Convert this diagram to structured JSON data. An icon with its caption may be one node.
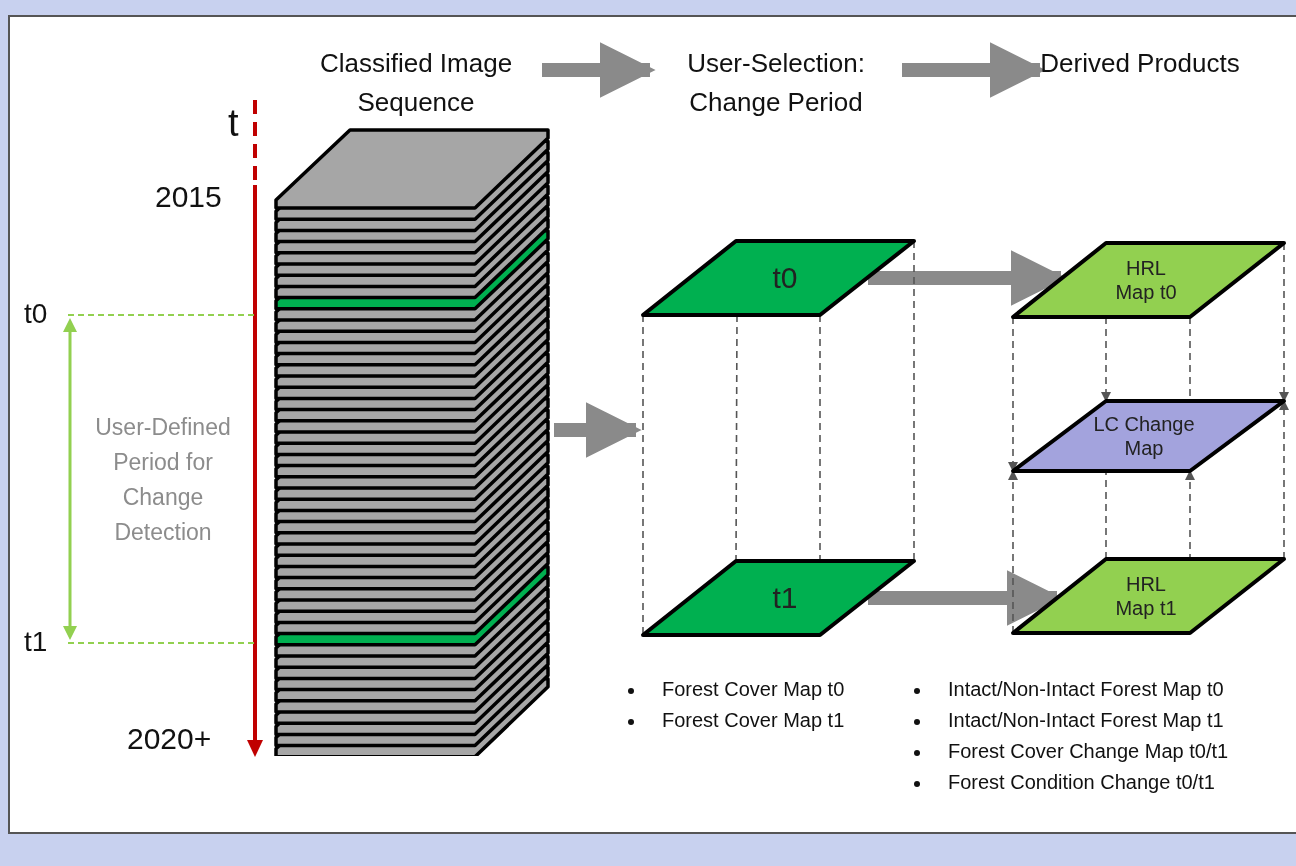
{
  "diagram": {
    "nodes": [
      {
        "text": [
          "Classified Image Sequence"
        ]
      },
      {
        "text": [
          "User-Selection: Change Period"
        ]
      },
      {
        "text": [
          "Derived Products"
        ]
      },
      {
        "text": [],
        "shape": "stack"
      },
      {
        "text": [
          "t0"
        ]
      },
      {
        "text": [
          "t1"
        ]
      },
      {
        "text": [
          "HRL Map t0"
        ]
      },
      {
        "text": [
          "LC Change Map"
        ]
      },
      {
        "text": [
          "HRL Map t1"
        ]
      }
    ],
    "edges": [
      {
        "from": 0,
        "to": 1,
        "arrow": "to",
        "style": "thick"
      },
      {
        "from": 1,
        "to": 2,
        "arrow": "to",
        "style": "thick"
      },
      {
        "from": 3,
        "to": null,
        "arrow": "to",
        "style": "thick"
      },
      {
        "from": 4,
        "to": 6,
        "arrow": "to",
        "style": "thick"
      },
      {
        "from": 5,
        "to": 8,
        "arrow": "to",
        "style": "thick"
      },
      {
        "from": 4,
        "to": 5,
        "arrow": "none",
        "style": "dashed"
      },
      {
        "from": 4,
        "to": 5,
        "arrow": "none",
        "style": "dashed"
      },
      {
        "from": 4,
        "to": 5,
        "arrow": "none",
        "style": "dashed"
      },
      {
        "from": 4,
        "to": 5,
        "arrow": "none",
        "style": "dashed"
      },
      {
        "from": 6,
        "to": 7,
        "arrow": "to",
        "style": "dashed"
      },
      {
        "from": 6,
        "to": 7,
        "arrow": "to",
        "style": "dashed"
      },
      {
        "from": 6,
        "to": 7,
        "arrow": "to",
        "style": "dashed"
      },
      {
        "from": 6,
        "to": 7,
        "arrow": "to",
        "style": "dashed"
      },
      {
        "from": 8,
        "to": 7,
        "arrow": "to",
        "style": "dashed"
      },
      {
        "from": 8,
        "to": 7,
        "arrow": "none",
        "style": "dashed"
      },
      {
        "from": 8,
        "to": 7,
        "arrow": "to",
        "style": "dashed"
      },
      {
        "from": 8,
        "to": 7,
        "arrow": "to",
        "style": "dashed"
      }
    ],
    "labels": [
      "t",
      "2015",
      "t0",
      "User-Defined Period for Change Detection",
      "t1",
      "2020+",
      "Forest Cover Map t0",
      "Forest Cover Map t1",
      "Intact/Non-Intact Forest Map t0",
      "Intact/Non-Intact Forest Map t1",
      "Forest Cover Change Map t0/t1",
      "Forest Condition Change t0/t1"
    ]
  }
}
